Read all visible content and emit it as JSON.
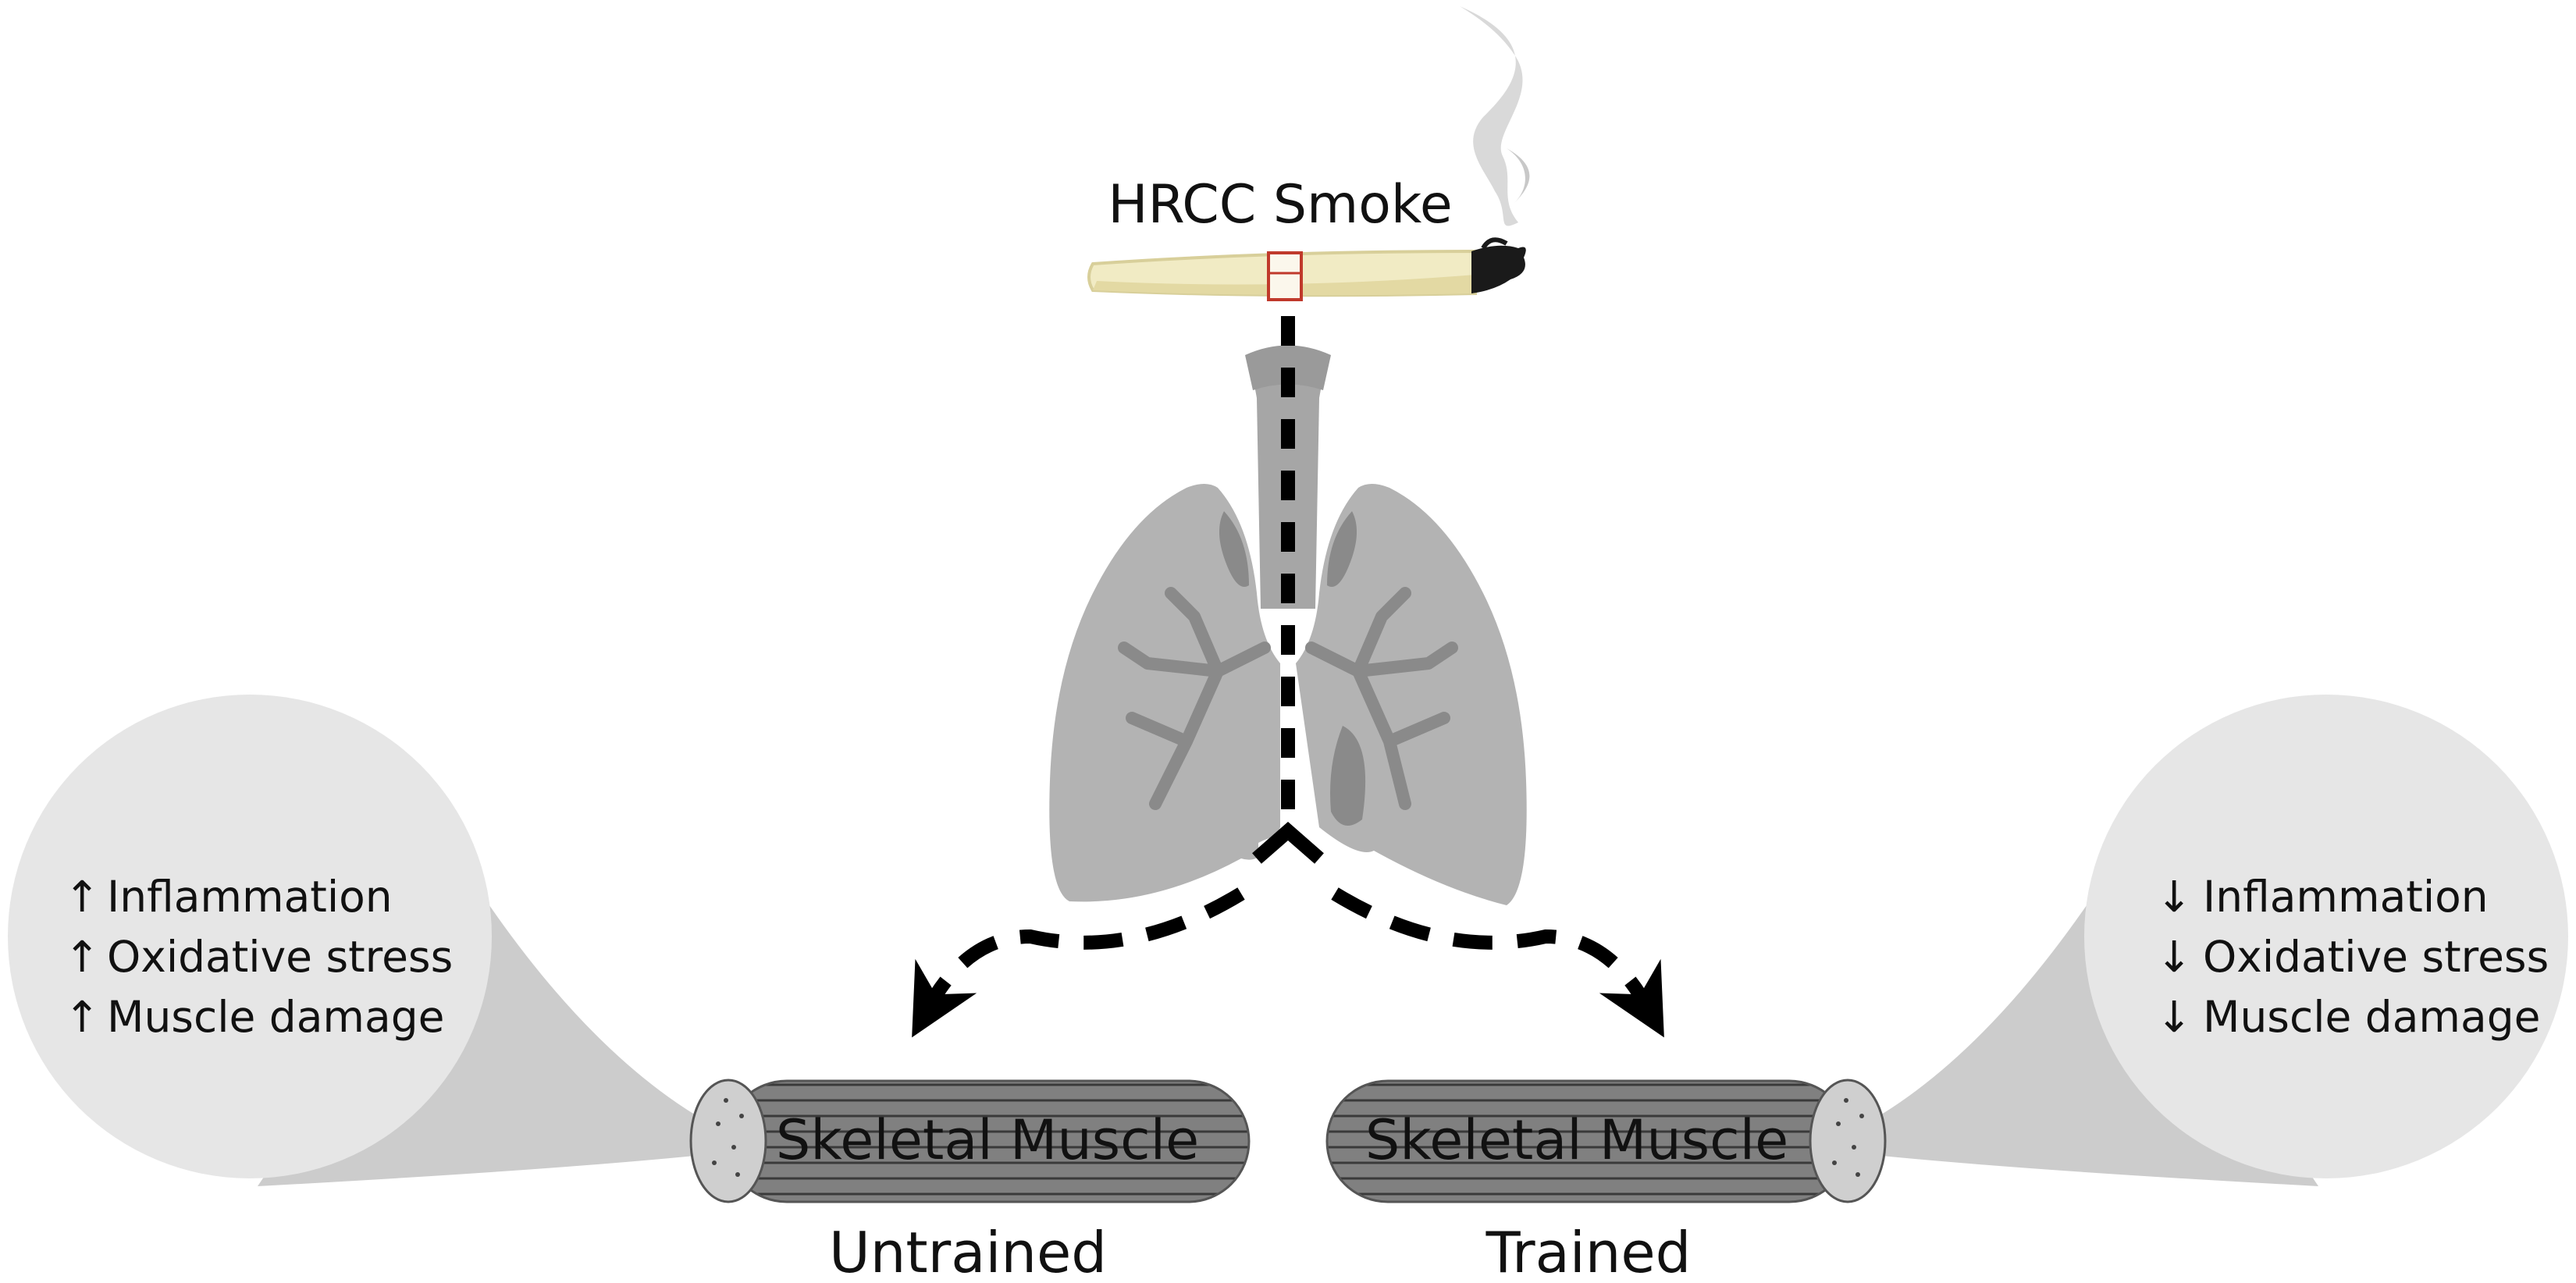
{
  "title": "HRCC Smoke",
  "colors": {
    "lung": "#b3b3b3",
    "lung_dark": "#8a8a8a",
    "bubble": "#e6e6e6",
    "muscle": "#808080",
    "cigarette": "#f1ebc4",
    "cigarette_band": "#c0392b",
    "arrow": "#000000"
  },
  "left_bubble": {
    "items": [
      {
        "arrow": "↑",
        "text": "Inflammation"
      },
      {
        "arrow": "↑",
        "text": "Oxidative stress"
      },
      {
        "arrow": "↑",
        "text": "Muscle damage"
      }
    ]
  },
  "right_bubble": {
    "items": [
      {
        "arrow": "↓",
        "text": "Inflammation"
      },
      {
        "arrow": "↓",
        "text": "Oxidative stress"
      },
      {
        "arrow": "↓",
        "text": "Muscle damage"
      }
    ]
  },
  "left_muscle": {
    "label": "Skeletal Muscle",
    "group": "Untrained"
  },
  "right_muscle": {
    "label": "Skeletal Muscle",
    "group": "Trained"
  },
  "icons": {
    "cigarette": "cigarette-icon",
    "smoke": "smoke-icon",
    "lungs": "lungs-icon"
  }
}
